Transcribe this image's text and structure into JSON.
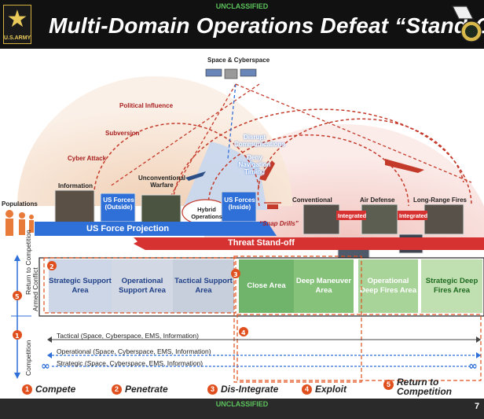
{
  "classification": "UNCLASSIFIED",
  "title": "Multi-Domain Operations Defeat “Stand-Off”",
  "logo_text": "U.S.ARMY",
  "space_label": "Space & Cyberspace",
  "arc_labels": {
    "political": "Political Influence",
    "subversion": "Subversion",
    "cyber": "Cyber Attack",
    "information": "Information",
    "unconventional": "Unconventional Warfare",
    "disrupt": "Disrupt Communications",
    "deny": "Deny Navigation Timing",
    "populations": "Populations",
    "conventional": "Conventional",
    "air_defense": "Air Defense",
    "long_range": "Long-Range Fires",
    "us_outside": "US Forces (Outside)",
    "us_inside": "US Forces (Inside)",
    "hybrid": "Hybrid Operations",
    "snap": "“Snap Drills”",
    "integrated1": "Integrated",
    "integrated2": "Integrated"
  },
  "bars": {
    "projection": "US Force Projection",
    "standoff": "Threat Stand-off"
  },
  "areas": [
    "Strategic Support Area",
    "Operational Support Area",
    "Tactical Support Area",
    "Close Area",
    "Deep Maneuver Area",
    "Operational Deep Fires Area",
    "Strategic Deep Fires Area"
  ],
  "domain_lines": [
    "Tactical (Space, Cyberspace, EMS, Information)",
    "Operational (Space, Cyberspace, EMS, Information)",
    "Strategic (Space, Cyberspace, EMS, Information)"
  ],
  "side_labels": {
    "return": "Return to Competition",
    "armed": "Armed Conflict",
    "competition": "Competition"
  },
  "phases": [
    {
      "num": "1",
      "label": "Compete"
    },
    {
      "num": "2",
      "label": "Penetrate"
    },
    {
      "num": "3",
      "label": "Dis-Integrate"
    },
    {
      "num": "4",
      "label": "Exploit"
    },
    {
      "num": "5",
      "label": "Return to Competition"
    }
  ],
  "page_number": "7",
  "colors": {
    "header": "#111111",
    "classification": "#5cc25c",
    "us_blue": "#2e6fd8",
    "threat_red": "#d63232",
    "phase_orange": "#e0501e"
  }
}
